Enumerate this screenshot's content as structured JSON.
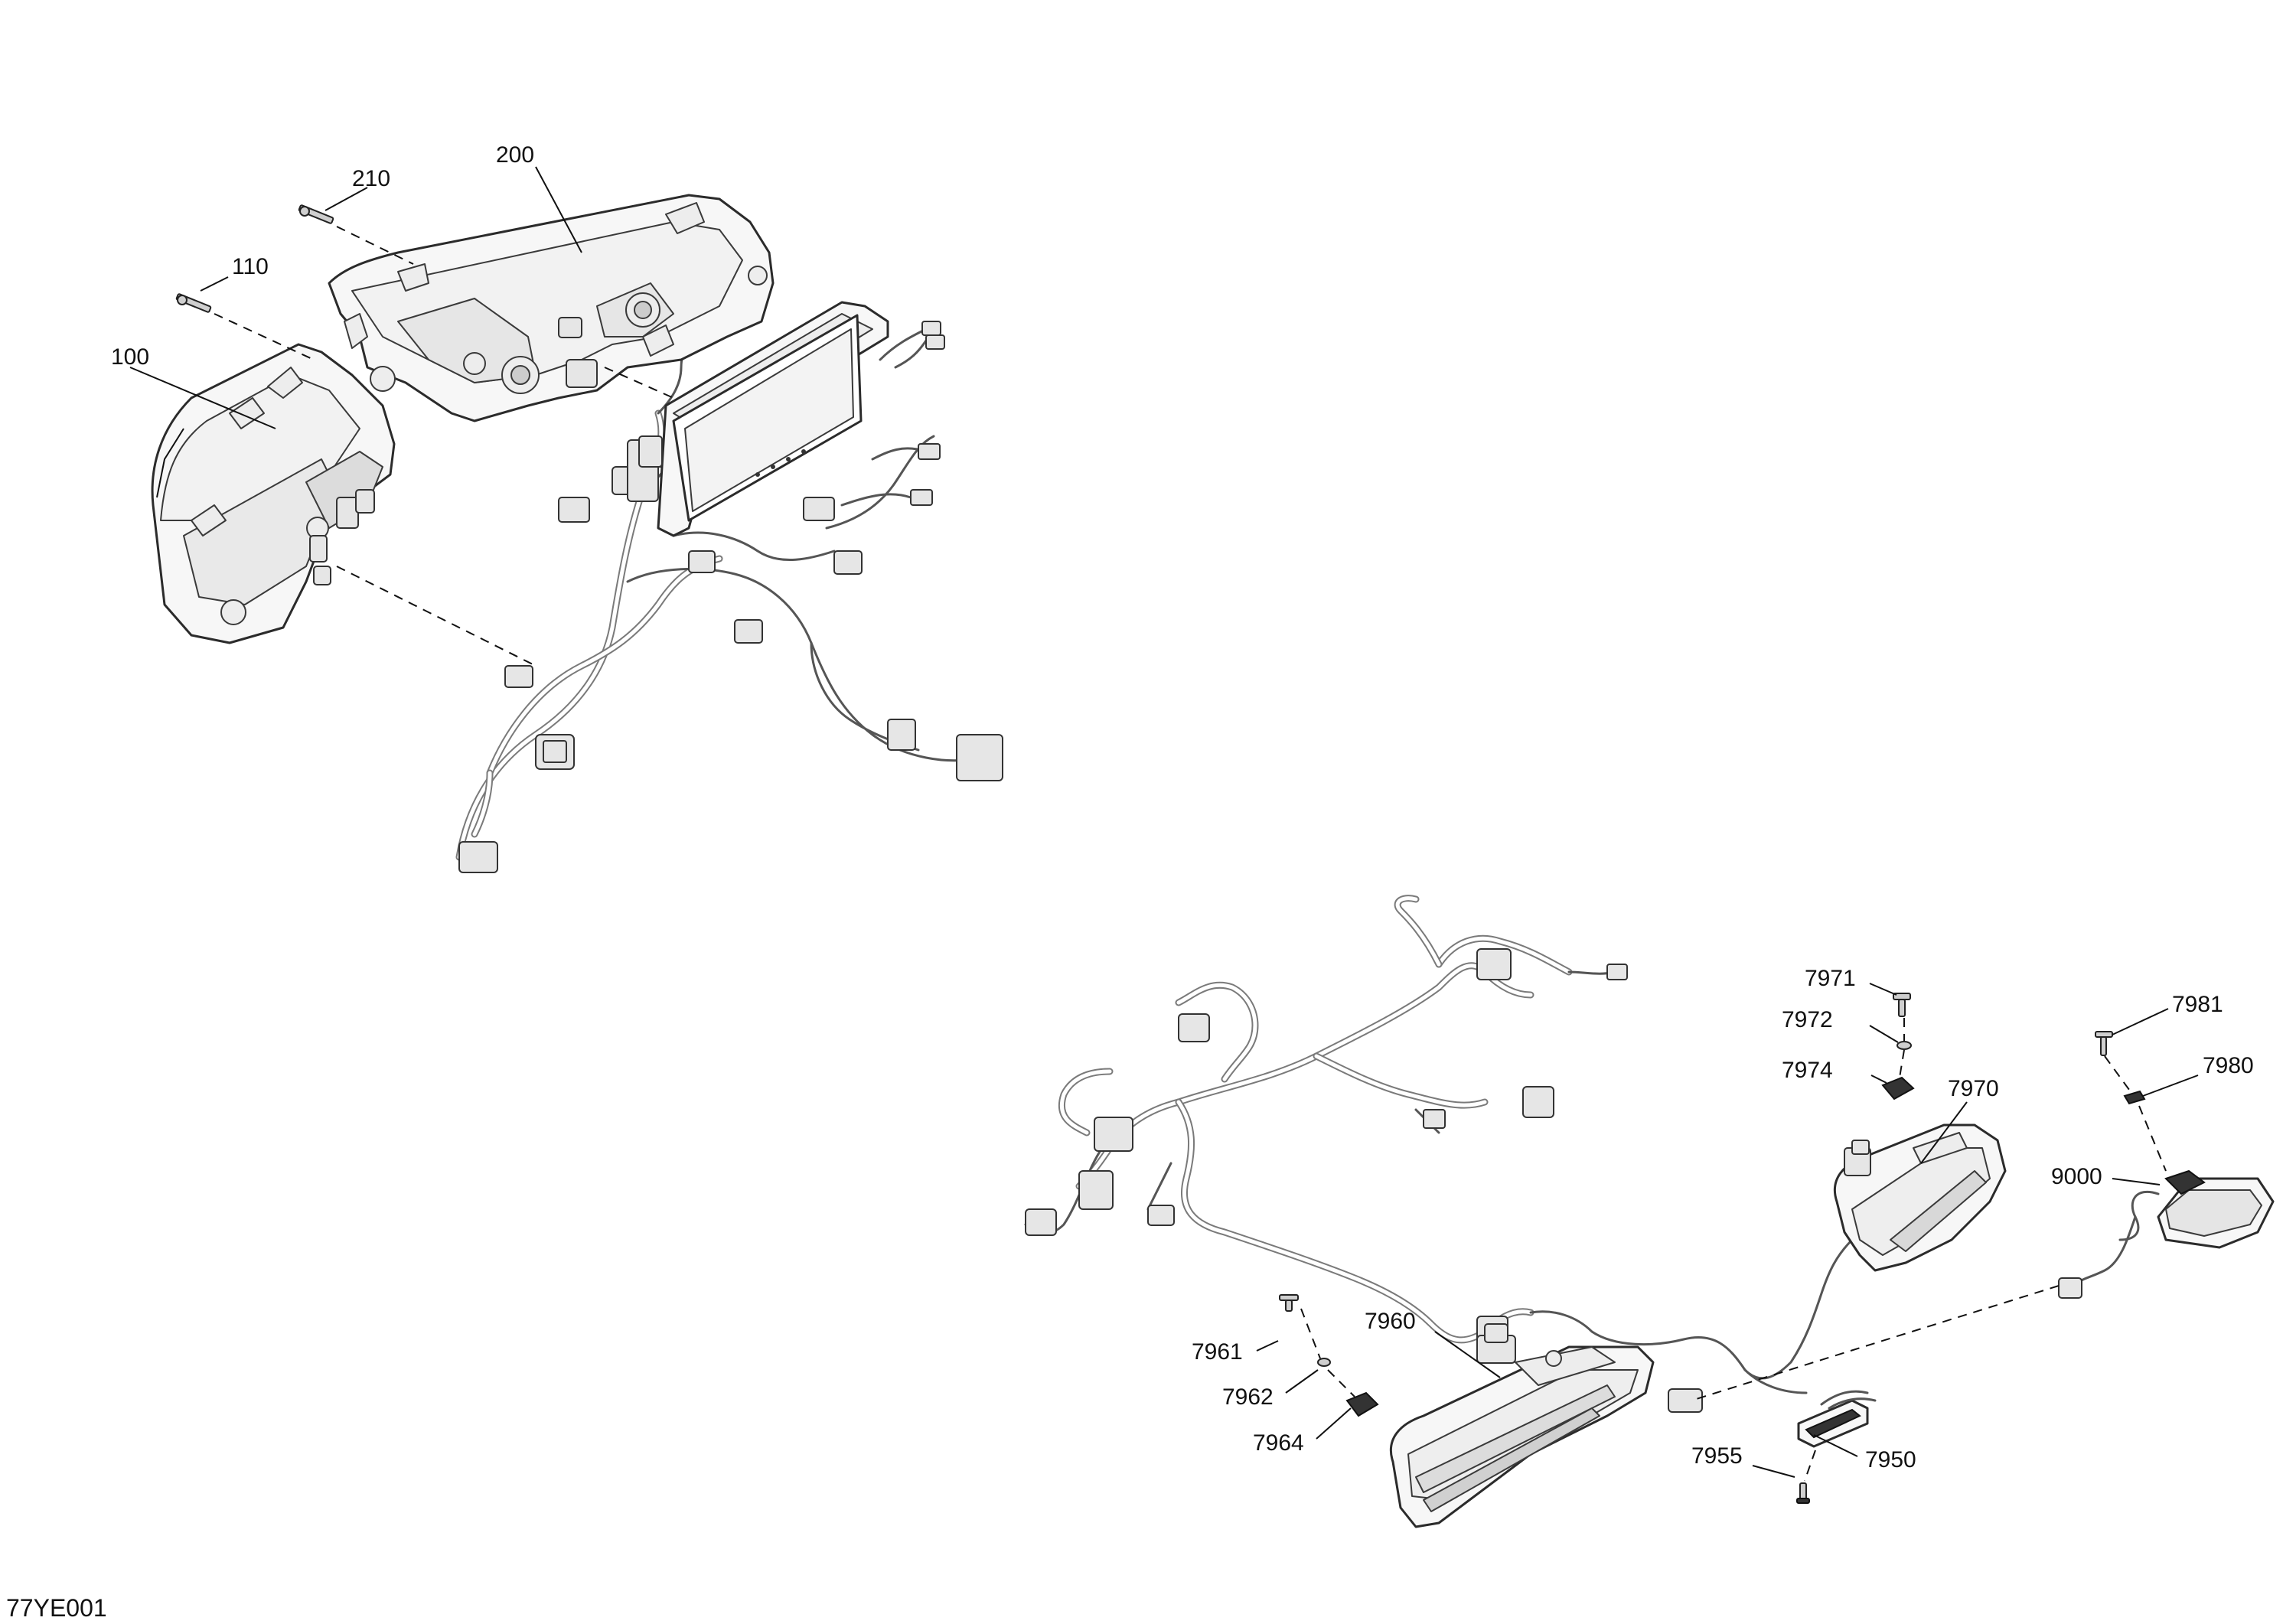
{
  "diagram_ref": "77YE001",
  "parts": [
    {
      "id": "100",
      "label": "100"
    },
    {
      "id": "110",
      "label": "110"
    },
    {
      "id": "200",
      "label": "200"
    },
    {
      "id": "210",
      "label": "210"
    },
    {
      "id": "7950",
      "label": "7950"
    },
    {
      "id": "7955",
      "label": "7955"
    },
    {
      "id": "7960",
      "label": "7960"
    },
    {
      "id": "7961",
      "label": "7961"
    },
    {
      "id": "7962",
      "label": "7962"
    },
    {
      "id": "7964",
      "label": "7964"
    },
    {
      "id": "7970",
      "label": "7970"
    },
    {
      "id": "7971",
      "label": "7971"
    },
    {
      "id": "7972",
      "label": "7972"
    },
    {
      "id": "7974",
      "label": "7974"
    },
    {
      "id": "7980",
      "label": "7980"
    },
    {
      "id": "7981",
      "label": "7981"
    },
    {
      "id": "9000",
      "label": "9000"
    }
  ],
  "icons": {
    "left-headlight": "headlight-left-icon",
    "right-headlight": "headlight-right-icon",
    "display": "display-screen-icon",
    "front-harness": "wiring-harness-icon",
    "rear-harness": "wiring-harness-icon",
    "center-tail-light": "tail-light-icon",
    "right-tail-light": "tail-light-icon",
    "plate-light": "license-plate-light-icon",
    "module": "electronic-module-icon"
  }
}
